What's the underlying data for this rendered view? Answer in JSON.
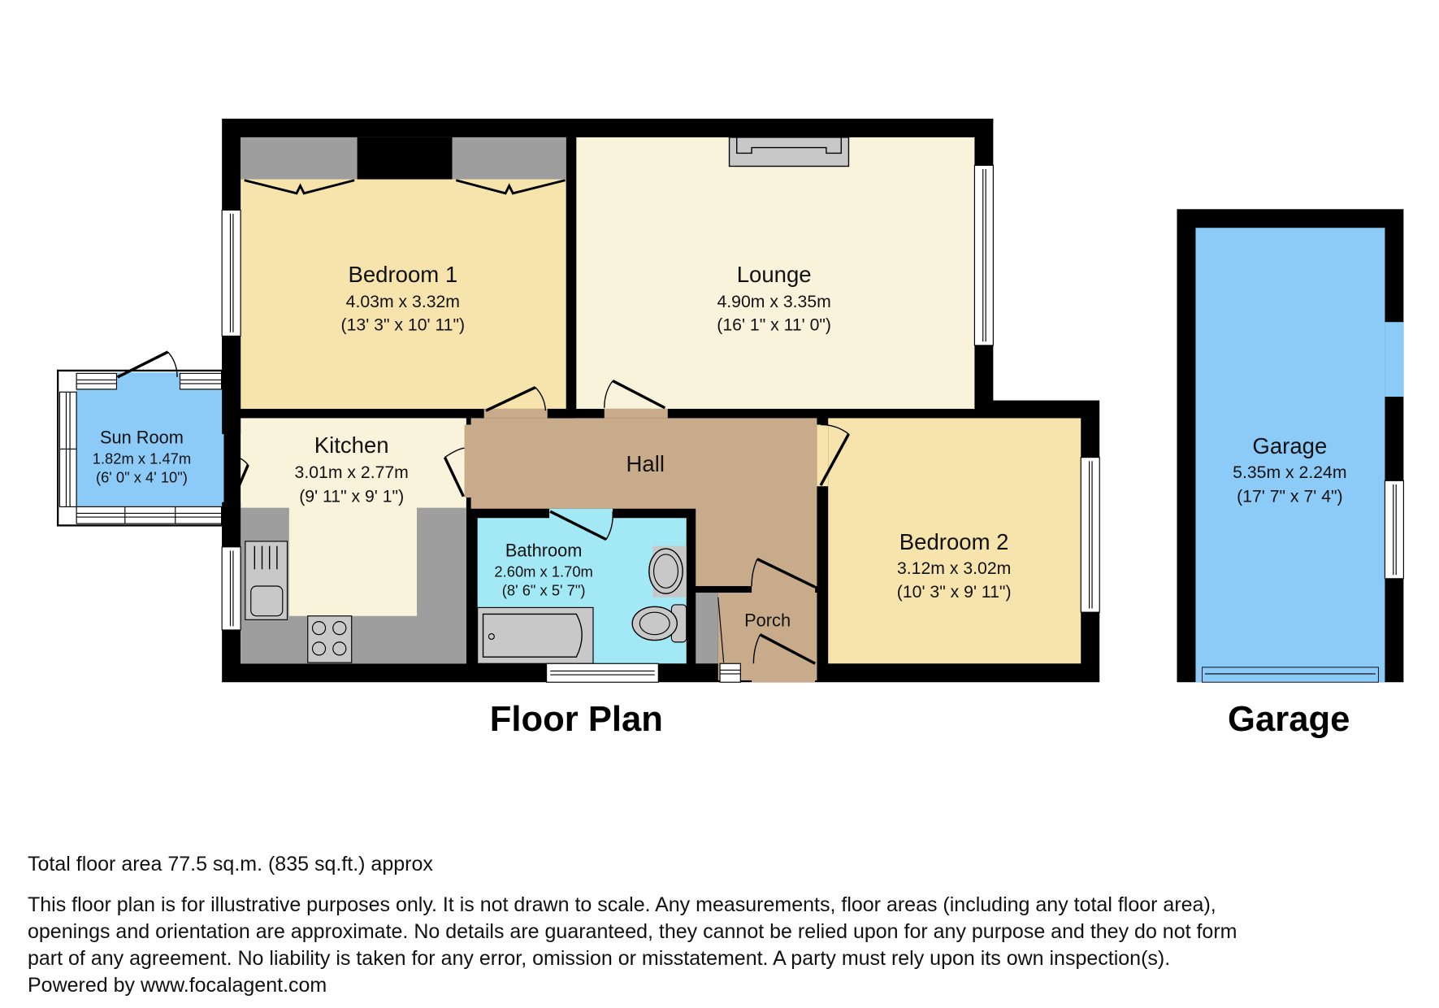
{
  "plans": {
    "floor_plan_title": "Floor Plan",
    "garage_title": "Garage"
  },
  "rooms": {
    "bedroom1": {
      "name": "Bedroom 1",
      "metric": "4.03m x 3.32m",
      "imperial": "(13' 3\" x 10' 11\")",
      "color": "#f7e4ac"
    },
    "lounge": {
      "name": "Lounge",
      "metric": "4.90m x 3.35m",
      "imperial": "(16' 1\" x 11' 0\")",
      "color": "#faf3dc"
    },
    "sunroom": {
      "name": "Sun Room",
      "metric": "1.82m x 1.47m",
      "imperial": "(6' 0\" x 4' 10\")",
      "color": "#8ccbf7"
    },
    "kitchen": {
      "name": "Kitchen",
      "metric": "3.01m x 2.77m",
      "imperial": "(9' 11\" x 9' 1\")",
      "color": "#faf3dc"
    },
    "hall": {
      "name": "Hall",
      "color": "#c7ab8a"
    },
    "bathroom": {
      "name": "Bathroom",
      "metric": "2.60m x 1.70m",
      "imperial": "(8' 6\" x 5' 7\")",
      "color": "#a3e8f5"
    },
    "porch": {
      "name": "Porch",
      "color": "#c7ab8a"
    },
    "bedroom2": {
      "name": "Bedroom 2",
      "metric": "3.12m x 3.02m",
      "imperial": "(10' 3\" x 9' 11\")",
      "color": "#f7e4ac"
    },
    "garage": {
      "name": "Garage",
      "metric": "5.35m x 2.24m",
      "imperial": "(17' 7\" x 7' 4\")",
      "color": "#8ccbf7"
    }
  },
  "footer": {
    "total_area": "Total floor area 77.5 sq.m. (835 sq.ft.) approx",
    "disclaimer_lines": [
      "This floor plan is for illustrative purposes only. It is not drawn to scale. Any measurements, floor areas (including any total floor area),",
      "openings and orientation are approximate. No details are guaranteed, they cannot be relied upon for any purpose and they do not form",
      "part of any agreement. No liability is taken for any error, omission or misstatement. A party must rely upon its own inspection(s).",
      "Powered by www.focalagent.com"
    ]
  }
}
